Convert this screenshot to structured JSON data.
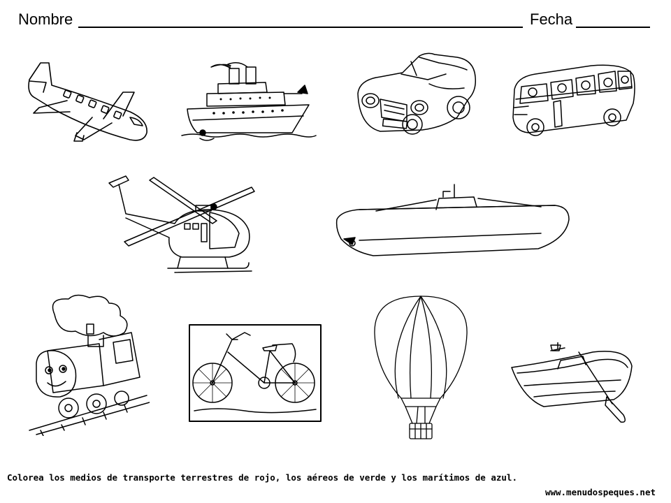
{
  "header": {
    "name_label": "Nombre",
    "date_label": "Fecha"
  },
  "illustrations": [
    {
      "icon": "airplane-icon"
    },
    {
      "icon": "ship-icon"
    },
    {
      "icon": "car-icon"
    },
    {
      "icon": "bus-icon"
    },
    {
      "icon": "helicopter-icon"
    },
    {
      "icon": "submarine-icon"
    },
    {
      "icon": "train-icon"
    },
    {
      "icon": "bicycle-icon"
    },
    {
      "icon": "hot-air-balloon-icon"
    },
    {
      "icon": "rowboat-icon"
    }
  ],
  "footer": {
    "instructions": "Colorea los medios de transporte terrestres de rojo, los aéreos de verde y los marítimos de azul.",
    "website": "www.menudospeques.net"
  }
}
